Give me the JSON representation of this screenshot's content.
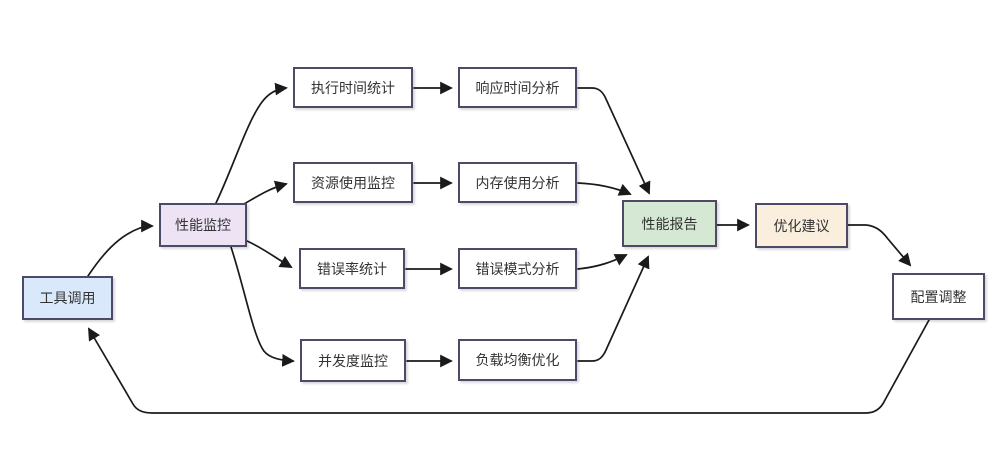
{
  "diagram": {
    "nodes": {
      "tool_call": {
        "label": "工具调用",
        "fill": "#dae8fc"
      },
      "perf_monitor": {
        "label": "性能监控",
        "fill": "#ede3f5"
      },
      "exec_time": {
        "label": "执行时间统计",
        "fill": "#ffffff"
      },
      "resp_time": {
        "label": "响应时间分析",
        "fill": "#ffffff"
      },
      "resource": {
        "label": "资源使用监控",
        "fill": "#ffffff"
      },
      "memory": {
        "label": "内存使用分析",
        "fill": "#ffffff"
      },
      "error_rate": {
        "label": "错误率统计",
        "fill": "#ffffff"
      },
      "error_pattern": {
        "label": "错误模式分析",
        "fill": "#ffffff"
      },
      "concurrency": {
        "label": "并发度监控",
        "fill": "#ffffff"
      },
      "load_balance": {
        "label": "负载均衡优化",
        "fill": "#ffffff"
      },
      "perf_report": {
        "label": "性能报告",
        "fill": "#d5e8d4"
      },
      "optimize": {
        "label": "优化建议",
        "fill": "#faeedd"
      },
      "config_adjust": {
        "label": "配置调整",
        "fill": "#ffffff"
      }
    },
    "edges": [
      {
        "from": "工具调用",
        "to": "性能监控"
      },
      {
        "from": "性能监控",
        "to": "执行时间统计"
      },
      {
        "from": "性能监控",
        "to": "资源使用监控"
      },
      {
        "from": "性能监控",
        "to": "错误率统计"
      },
      {
        "from": "性能监控",
        "to": "并发度监控"
      },
      {
        "from": "执行时间统计",
        "to": "响应时间分析"
      },
      {
        "from": "资源使用监控",
        "to": "内存使用分析"
      },
      {
        "from": "错误率统计",
        "to": "错误模式分析"
      },
      {
        "from": "并发度监控",
        "to": "负载均衡优化"
      },
      {
        "from": "响应时间分析",
        "to": "性能报告"
      },
      {
        "from": "内存使用分析",
        "to": "性能报告"
      },
      {
        "from": "错误模式分析",
        "to": "性能报告"
      },
      {
        "from": "负载均衡优化",
        "to": "性能报告"
      },
      {
        "from": "性能报告",
        "to": "优化建议"
      },
      {
        "from": "优化建议",
        "to": "配置调整"
      },
      {
        "from": "配置调整",
        "to": "工具调用"
      }
    ],
    "colors": {
      "node_stroke": "#4c4a66",
      "arrow": "#1a1a1a",
      "node_blue": "#dae8fc",
      "node_purple": "#ede3f5",
      "node_green": "#d5e8d4",
      "node_orange": "#faeedd",
      "node_white": "#ffffff",
      "text": "#333333",
      "background": "#ffffff"
    }
  }
}
